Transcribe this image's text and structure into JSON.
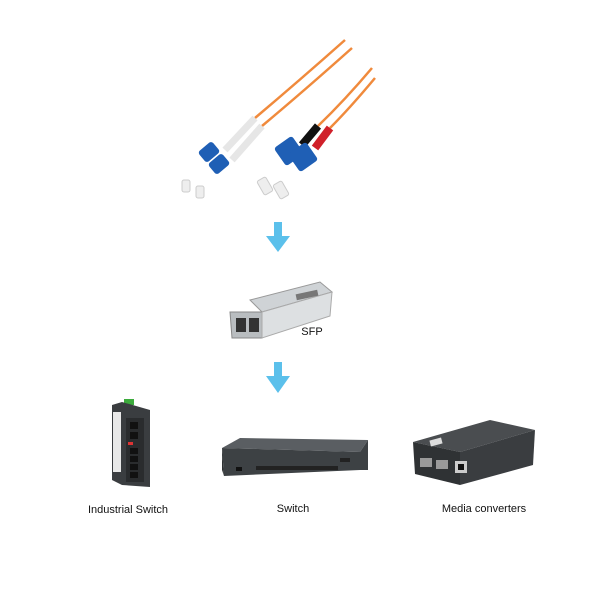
{
  "diagram": {
    "nodes": [
      {
        "id": "fiber-cable",
        "label": ""
      },
      {
        "id": "sfp",
        "label": "SFP"
      },
      {
        "id": "industrial-switch",
        "label": "Industrial Switch"
      },
      {
        "id": "switch",
        "label": "Switch"
      },
      {
        "id": "media-converter",
        "label": "Media converters"
      }
    ],
    "edges": [
      {
        "from": "fiber-cable",
        "to": "sfp"
      },
      {
        "from": "sfp",
        "to": [
          "industrial-switch",
          "switch",
          "media-converter"
        ]
      }
    ]
  },
  "colors": {
    "arrow": "#5bc0eb",
    "cable_orange": "#f08a3c",
    "connector_blue": "#1f5fb5",
    "device_dark": "#3a3d40"
  }
}
